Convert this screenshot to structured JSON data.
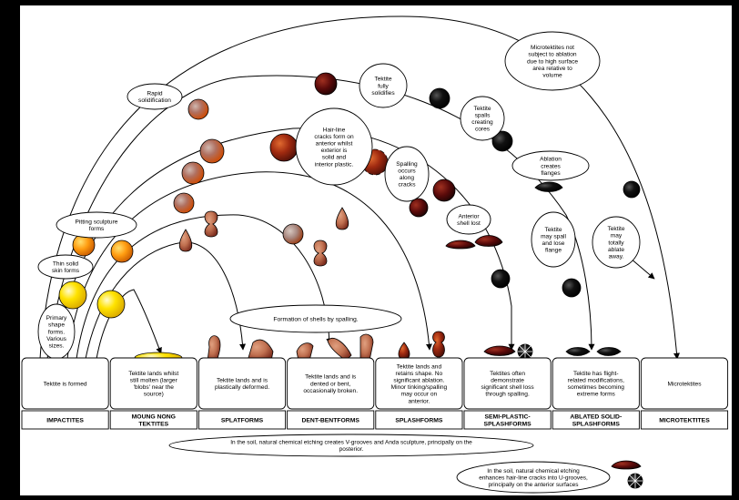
{
  "bubbles": {
    "rapid": [
      "Rapid",
      "solidification"
    ],
    "micro_note": [
      "Microtektites not",
      "subject to ablation",
      "due to high surface",
      "area relative to",
      "volume"
    ],
    "fully": [
      "Tektite",
      "fully",
      "solidifies"
    ],
    "spalls": [
      "Tektite",
      "spalls",
      "creating",
      "cores"
    ],
    "hairline": [
      "Hair-line",
      "cracks form on",
      "anterior whilst",
      "exterior is",
      "solid and",
      "interior plastic."
    ],
    "spalling": [
      "Spalling",
      "occurs",
      "along",
      "cracks"
    ],
    "ablation": [
      "Ablation",
      "creates",
      "flanges"
    ],
    "pitting": [
      "Pitting sculpture",
      "forms"
    ],
    "anterior": [
      "Anterior",
      "shell lost"
    ],
    "spall_flange": [
      "Tektite",
      "may spall",
      "and lose",
      "flange"
    ],
    "ablate_away": [
      "Tektite",
      "may",
      "totally",
      "ablate",
      "away."
    ],
    "thin": [
      "Thin solid",
      "skin forms"
    ],
    "primary": [
      "Primary",
      "shape",
      "forms.",
      "Various",
      "sizes."
    ],
    "formation": [
      "Formation of shells by spalling."
    ]
  },
  "columns": [
    {
      "desc": [
        "Tektite is formed"
      ],
      "name": [
        "IMPACTITES"
      ]
    },
    {
      "desc": [
        "Tektite lands whilst",
        "still molten (larger",
        "'blobs' near the",
        "source)"
      ],
      "name": [
        "MOUNG NONG",
        "TEKTITES"
      ]
    },
    {
      "desc": [
        "Tektite lands and is",
        "plastically deformed."
      ],
      "name": [
        "SPLATFORMS"
      ]
    },
    {
      "desc": [
        "Tektite lands and is",
        "dented or bent,",
        "occasionally broken."
      ],
      "name": [
        "DENT-BENTFORMS"
      ]
    },
    {
      "desc": [
        "Tektite lands and",
        "retains shape. No",
        "significant ablation.",
        "Minor tinking/spalling",
        "may occur on",
        "anterior."
      ],
      "name": [
        "SPLASHFORMS"
      ]
    },
    {
      "desc": [
        "Tektites often",
        "demonstrate",
        "significant shell loss",
        "through spalling."
      ],
      "name": [
        "SEMI-PLASTIC-",
        "SPLASHFORMS"
      ]
    },
    {
      "desc": [
        "Tektite has flight-",
        "related modifications,",
        "sometimes becoming",
        "extreme forms"
      ],
      "name": [
        "ABLATED SOLID-",
        "SPLASHFORMS"
      ]
    },
    {
      "desc": [
        "Microtektites"
      ],
      "name": [
        "MICROTEKTITES"
      ]
    }
  ],
  "soil_notes": {
    "v_grooves": [
      "In the soil, natural chemical etching creates V-grooves and Anda sculpture, principally on the",
      "posterior."
    ],
    "u_grooves": [
      "In the soil, natural chemical etching",
      "enhances hair-line cracks into U-grooves,",
      "principally on the anterior surfaces"
    ]
  },
  "colors": {
    "molten_yellow": "#f4d000",
    "orange": "#f08a10",
    "grey_brown": "#a07060",
    "red_brown": "#a02a10",
    "dark_red": "#5a0a0a",
    "black": "#0a0a0a",
    "frame": "#000000"
  }
}
